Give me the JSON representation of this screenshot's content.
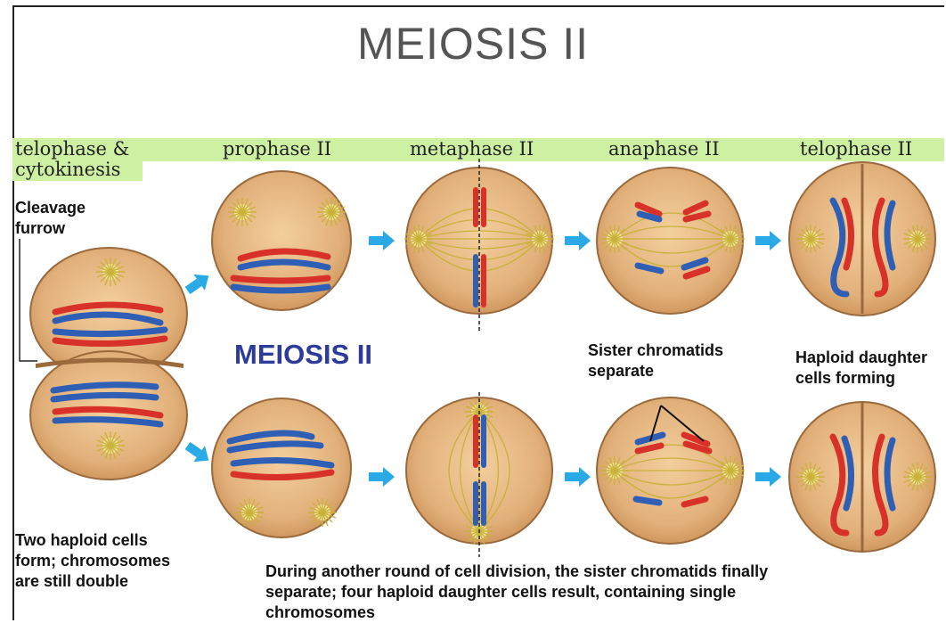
{
  "title": "MEIOSIS II",
  "phases": {
    "telophase_cytokinesis_line1": "telophase &",
    "telophase_cytokinesis_line2": "cytokinesis",
    "prophase": "prophase II",
    "metaphase": "metaphase II",
    "anaphase": "anaphase II",
    "telophase": "telophase II"
  },
  "labels": {
    "cleavage_line1": "Cleavage",
    "cleavage_line2": "furrow",
    "meiosis_center": "MEIOSIS II",
    "sister_line1": "Sister chromatids",
    "sister_line2": "separate",
    "haploid_line1": "Haploid daughter",
    "haploid_line2": "cells forming",
    "two_haploid_line1": "Two haploid cells",
    "two_haploid_line2": "form; chromosomes",
    "two_haploid_line3": "are still double",
    "caption_line1": "During another round of cell division, the sister chromatids finally",
    "caption_line2": "separate; four haploid daughter cells result, containing single",
    "caption_line3": "chromosomes"
  },
  "colors": {
    "phase_band": "#cdf0a3",
    "cell_fill": "#e2b07a",
    "arrow": "#29a9e6",
    "chromosome_red": "#d8312a",
    "chromosome_blue": "#2f5fb5",
    "label_blue": "#2d3c9c"
  }
}
